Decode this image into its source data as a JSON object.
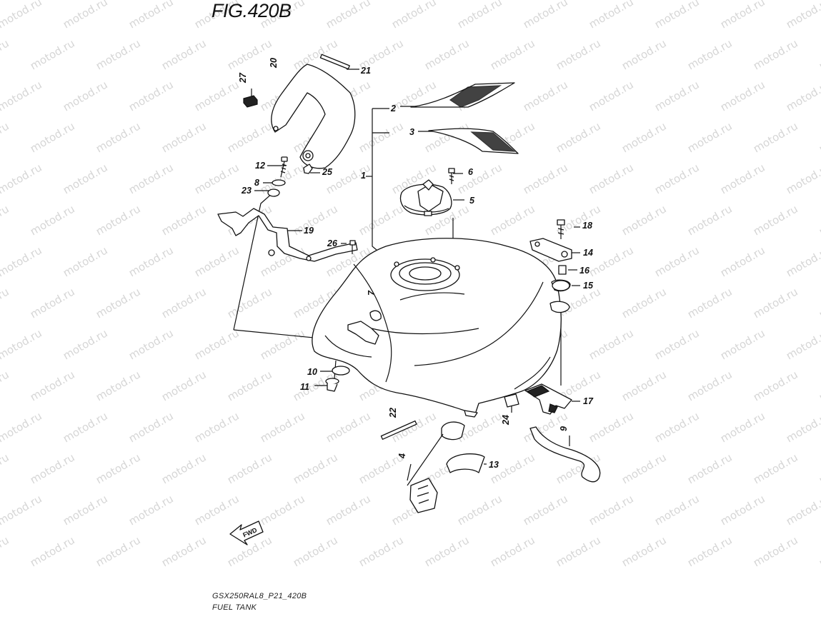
{
  "figure_title": "FIG.420B",
  "watermark_text": "motod.ru",
  "footer": {
    "code": "GSX250RAL8_P21_420B",
    "name": "FUEL TANK"
  },
  "fwd_label": "FWD",
  "callouts": [
    {
      "id": "c1",
      "label": "1"
    },
    {
      "id": "c2",
      "label": "2"
    },
    {
      "id": "c3",
      "label": "3"
    },
    {
      "id": "c4",
      "label": "4"
    },
    {
      "id": "c5",
      "label": "5"
    },
    {
      "id": "c6",
      "label": "6"
    },
    {
      "id": "c7",
      "label": "7"
    },
    {
      "id": "c8",
      "label": "8"
    },
    {
      "id": "c9",
      "label": "9"
    },
    {
      "id": "c10",
      "label": "10"
    },
    {
      "id": "c11",
      "label": "11"
    },
    {
      "id": "c12",
      "label": "12"
    },
    {
      "id": "c13",
      "label": "13"
    },
    {
      "id": "c14",
      "label": "14"
    },
    {
      "id": "c15",
      "label": "15"
    },
    {
      "id": "c16",
      "label": "16"
    },
    {
      "id": "c17",
      "label": "17"
    },
    {
      "id": "c18",
      "label": "18"
    },
    {
      "id": "c19",
      "label": "19"
    },
    {
      "id": "c20",
      "label": "20"
    },
    {
      "id": "c21",
      "label": "21"
    },
    {
      "id": "c22",
      "label": "22"
    },
    {
      "id": "c23",
      "label": "23"
    },
    {
      "id": "c24",
      "label": "24"
    },
    {
      "id": "c25",
      "label": "25"
    },
    {
      "id": "c26",
      "label": "26"
    },
    {
      "id": "c27",
      "label": "27"
    }
  ]
}
